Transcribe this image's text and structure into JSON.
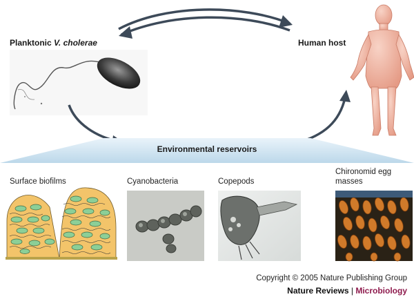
{
  "labels": {
    "planktonic_prefix": "Planktonic ",
    "planktonic_species": "V. cholerae",
    "human_host": "Human host",
    "environmental_reservoirs": "Environmental reservoirs"
  },
  "reservoirs": [
    {
      "caption": "Surface biofilms"
    },
    {
      "caption": "Cyanobacteria"
    },
    {
      "caption": "Copepods"
    },
    {
      "caption": "Chironomid egg masses"
    }
  ],
  "footer": {
    "copyright": "Copyright © 2005 Nature Publishing Group",
    "journal": "Nature Reviews",
    "separator": " | ",
    "subject": "Microbiology"
  },
  "colors": {
    "arrow": "#3d4a59",
    "reservoir_band": "#cfe3f0",
    "skin": "#f3b8a7",
    "biofilm_fill": "#f3c46a",
    "cell_green": "#8ccf97",
    "subject_accent": "#8e1a4d"
  }
}
